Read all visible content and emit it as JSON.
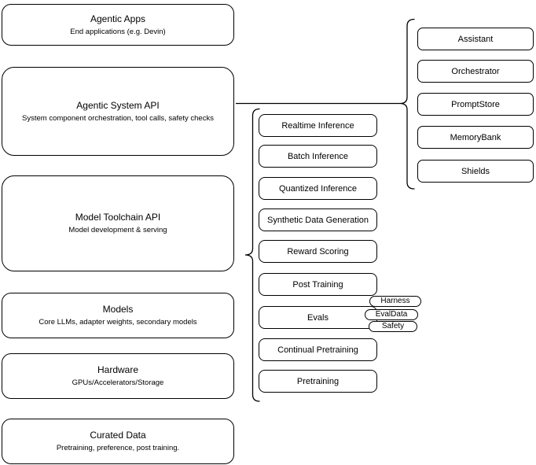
{
  "canvas": {
    "background": "#ffffff",
    "stroke_color": "#000000"
  },
  "stack": {
    "boxes": [
      {
        "title": "Agentic Apps",
        "subtitle": "End applications (e.g. Devin)"
      },
      {
        "title": "Agentic System API",
        "subtitle": "System component orchestration, tool calls, safety checks"
      },
      {
        "title": "Model Toolchain API",
        "subtitle": "Model development & serving"
      },
      {
        "title": "Models",
        "subtitle": "Core LLMs, adapter weights, secondary models"
      },
      {
        "title": "Hardware",
        "subtitle": "GPUs/Accelerators/Storage"
      },
      {
        "title": "Curated Data",
        "subtitle": "Pretraining, preference, post training."
      }
    ]
  },
  "toolchain_group": {
    "items": [
      "Realtime Inference",
      "Batch Inference",
      "Quantized Inference",
      "Synthetic Data Generation",
      "Reward Scoring",
      "Post Training",
      "Evals",
      "Continual Pretraining",
      "Pretraining"
    ],
    "eval_tags": [
      "Harness",
      "EvalData",
      "Safety"
    ]
  },
  "system_group": {
    "items": [
      "Assistant",
      "Orchestrator",
      "PromptStore",
      "MemoryBank",
      "Shields"
    ]
  }
}
